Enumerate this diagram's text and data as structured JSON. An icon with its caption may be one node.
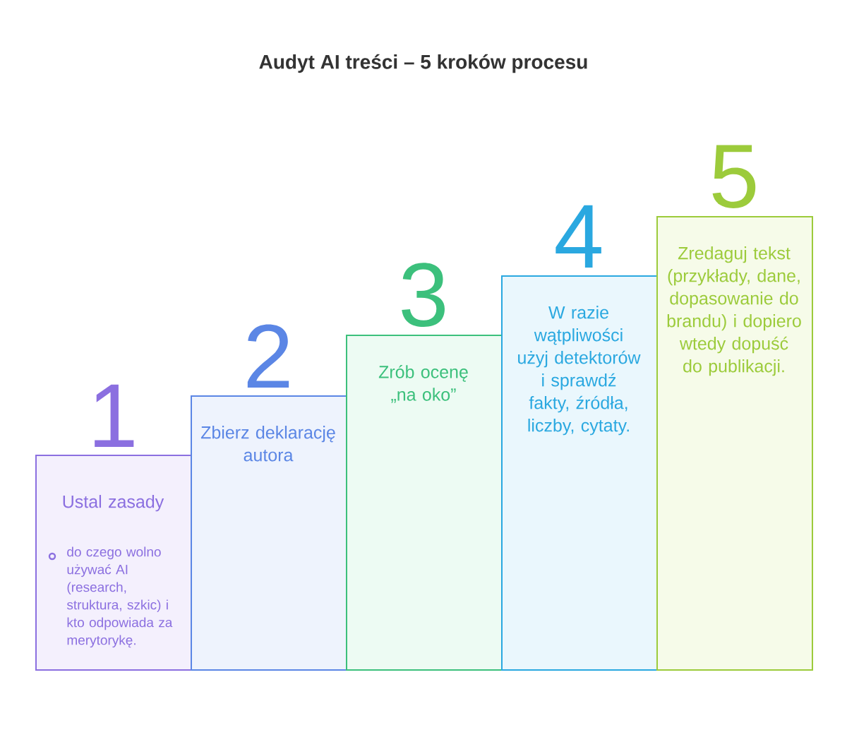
{
  "diagram": {
    "title": "Audyt AI treści – 5 kroków procesu",
    "nodes": [
      {
        "text": [
          "Ustal zasady",
          "do czego wolno używać AI (research, struktura, szkic) i kto odpowiada za merytorykę."
        ],
        "beside": [
          "1"
        ]
      },
      {
        "text": [
          "Zbierz deklarację autora"
        ],
        "beside": [
          "2"
        ]
      },
      {
        "text": [
          "Zrób ocenę „na oko”"
        ],
        "beside": [
          "3"
        ]
      },
      {
        "text": [
          "W razie wątpliwości użyj detektorów i sprawdź fakty, źródła, liczby, cytaty."
        ],
        "beside": [
          "4"
        ]
      },
      {
        "text": [
          "Zredaguj tekst (przykłady, dane, dopasowanie do brandu) i dopiero wtedy dopuść do publikacji."
        ],
        "beside": [
          "5"
        ]
      }
    ],
    "edges": []
  }
}
